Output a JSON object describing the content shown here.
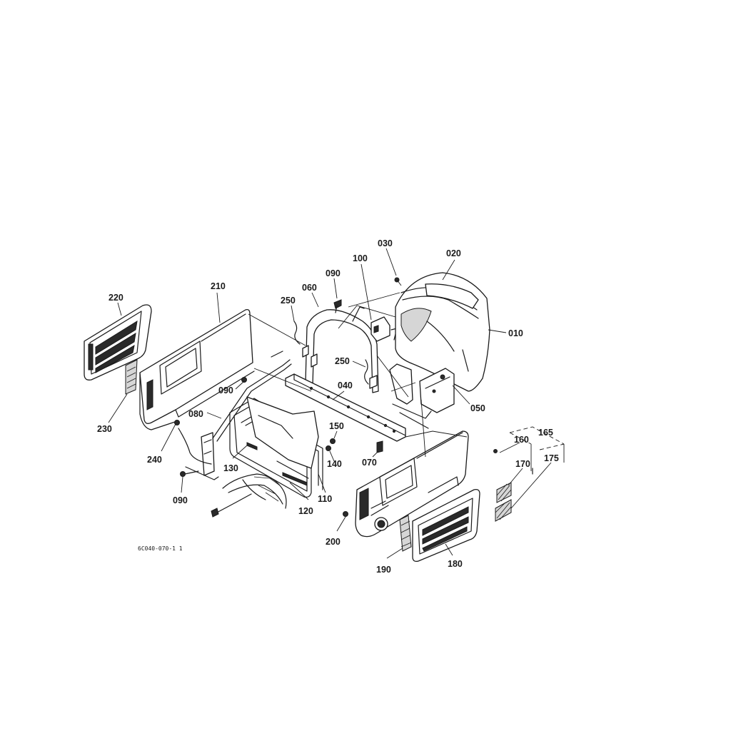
{
  "diagram": {
    "part_labels": {
      "p010": "010",
      "p020": "020",
      "p030": "030",
      "p040": "040",
      "p050": "050",
      "p060": "060",
      "p070": "070",
      "p080": "080",
      "p090a": "090",
      "p090b": "090",
      "p090c": "090",
      "p100": "100",
      "p110": "110",
      "p120": "120",
      "p130": "130",
      "p140": "140",
      "p150": "150",
      "p160": "160",
      "p165": "165",
      "p170": "170",
      "p175": "175",
      "p180": "180",
      "p190": "190",
      "p200": "200",
      "p210": "210",
      "p220": "220",
      "p230": "230",
      "p240": "240",
      "p250a": "250",
      "p250b": "250"
    },
    "drawing_code": "6C040-070-1 1"
  }
}
